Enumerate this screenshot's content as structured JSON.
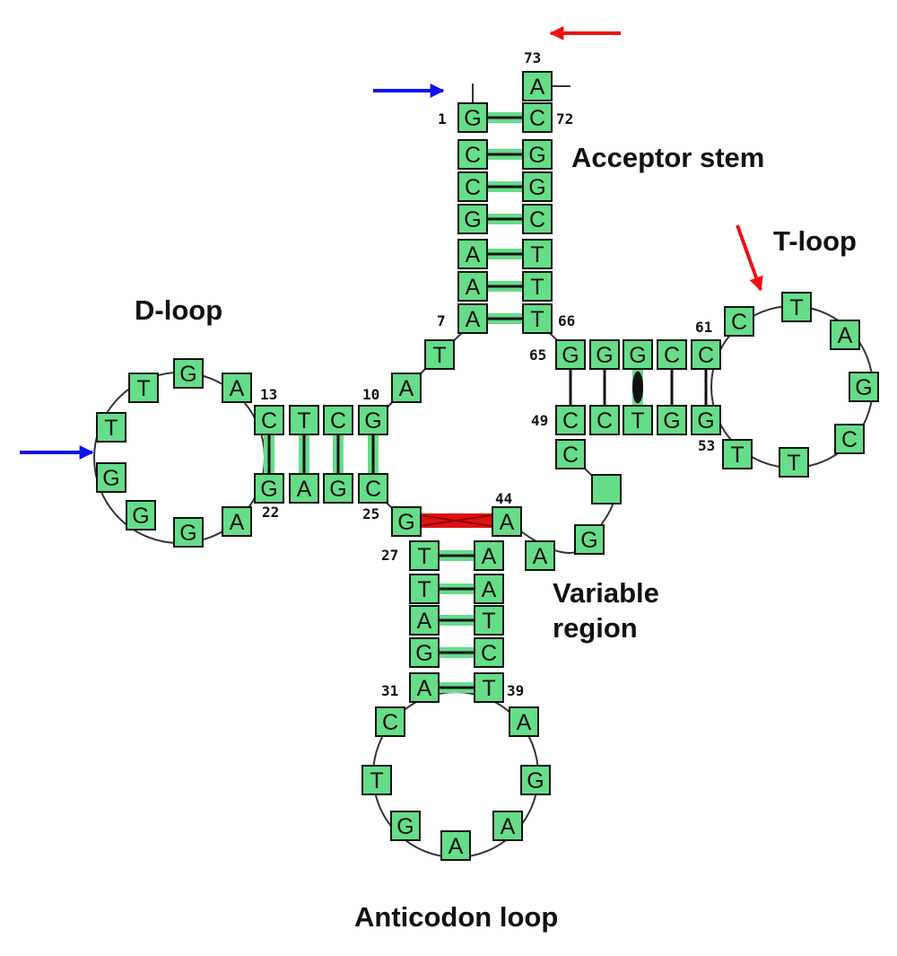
{
  "labels": {
    "acceptor_stem": "Acceptor stem",
    "t_loop": "T-loop",
    "d_loop": "D-loop",
    "variable_region_line1": "Variable",
    "variable_region_line2": "region",
    "anticodon_loop": "Anticodon loop"
  },
  "position_numbers": {
    "n1": "1",
    "n7": "7",
    "n10": "10",
    "n13": "13",
    "n22": "22",
    "n25": "25",
    "n27": "27",
    "n31": "31",
    "n39": "39",
    "n44": "44",
    "n49": "49",
    "n53": "53",
    "n61": "61",
    "n65": "65",
    "n66": "66",
    "n72": "72",
    "n73": "73"
  },
  "colors": {
    "nucleotide_fill": "#66dd88",
    "pair_highlight": "#66dd88",
    "tertiary_interaction": "#dd1111",
    "arrow_blue": "#1111ee",
    "arrow_red": "#ee1111",
    "outline": "#111111"
  },
  "arrows": [
    {
      "name": "blue-arrow-top",
      "color": "blue"
    },
    {
      "name": "red-arrow-top",
      "color": "red"
    },
    {
      "name": "red-arrow-tloop",
      "color": "red"
    },
    {
      "name": "blue-arrow-dloop",
      "color": "blue"
    }
  ],
  "nucleotides": {
    "a73": "A",
    "s1": "G",
    "s2": "C",
    "s3": "C",
    "s4": "G",
    "s5": "A",
    "s6": "A",
    "s7": "A",
    "s72": "C",
    "s71": "G",
    "s70": "G",
    "s69": "C",
    "s68": "T",
    "s67": "T",
    "s66": "T",
    "j8": "T",
    "j9": "A",
    "d10": "G",
    "d11": "C",
    "d12": "T",
    "d13": "C",
    "d14": "A",
    "d15": "G",
    "d16": "T",
    "d17": "T",
    "d18": "G",
    "d19": "G",
    "d20": "G",
    "d21": "A",
    "d22": "G",
    "d23": "A",
    "d24": "G",
    "d25": "C",
    "j26": "G",
    "c27": "T",
    "c28": "T",
    "c29": "A",
    "c30": "G",
    "c31": "A",
    "c32": "C",
    "c33": "T",
    "c34": "G",
    "c35": "A",
    "c36": "A",
    "c37": "G",
    "c38": "A",
    "c39": "T",
    "c40": "C",
    "c41": "T",
    "c42": "A",
    "c43": "A",
    "v44": "A",
    "v45": "A",
    "v46": "G",
    "v47": "",
    "v48": "C",
    "t49": "C",
    "t50": "C",
    "t51": "T",
    "t52": "G",
    "t53": "G",
    "t54": "T",
    "t55": "T",
    "t56": "C",
    "t57": "G",
    "t58": "A",
    "t59": "T",
    "t60": "C",
    "t61": "C",
    "t62": "C",
    "t63": "G",
    "t64": "G",
    "t65": "G"
  }
}
